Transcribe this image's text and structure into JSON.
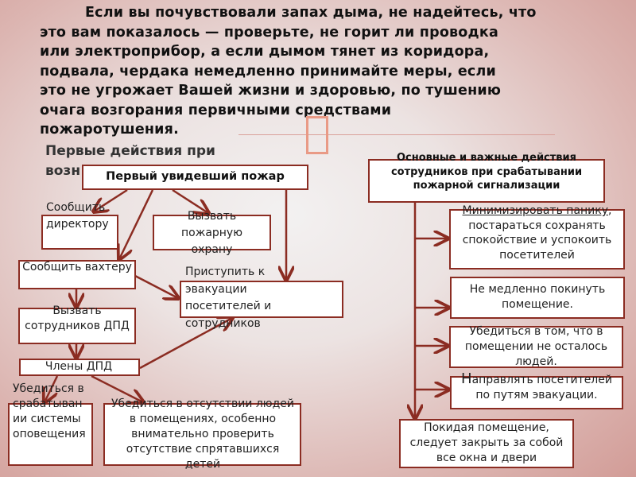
{
  "intro_lines": [
    "Если вы почувствовали запах дыма, не надейтесь, что",
    "это вам показалось — проверьте, не горит ли проводка",
    "или электроприбор, а если дымом тянет из коридора,",
    "подвала, чердака  немедленно принимайте меры, если",
    "это не угрожает Вашей жизни и здоровью, по тушению",
    "очага возгорания первичными средствами",
    "пожаротушения."
  ],
  "left_heading": [
    "Первые действия при",
    "возн"
  ],
  "left": {
    "first": "Первый увидевший пожар",
    "director": "Сообщить директору",
    "fire": "Вызвать пожарную охрану",
    "guard": "Сообщить вахтеру",
    "evac": "Приступить к эвакуации посетителей и сотрудников",
    "dpd_call": "Вызвать сотрудников ДПД",
    "dpd": "Члены ДПД",
    "alarm": "Убедиться в срабатывании системы оповещения",
    "check": "Убедиться в отсутствии людей в помещениях, особенно внимательно проверить отсутствие спрятавшихся детей"
  },
  "right": {
    "header": "Основные и важные действия сотрудников при срабатывании пожарной сигнализации",
    "panic_underlined": "Минимизировать панику",
    "panic_rest": ", постараться сохранять спокойствие и успокоить посетителей",
    "leave": "Не медленно покинуть помещение.",
    "ensure": "Убедиться в том, что в помещении не осталось людей.",
    "direct_first": "Н",
    "direct_rest": "аправлять посетителей по путям эвакуации.",
    "close": "Покидая помещение, следует закрыть за собой все окна и двери"
  }
}
